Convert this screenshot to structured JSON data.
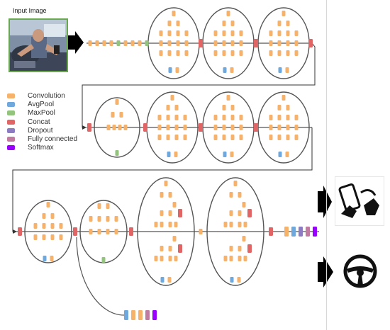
{
  "input_image": {
    "title": "Input Image"
  },
  "legend": [
    {
      "label": "Convolution",
      "color": "#F6B26B"
    },
    {
      "label": "AvgPool",
      "color": "#6FA8DC"
    },
    {
      "label": "MaxPool",
      "color": "#93C47D"
    },
    {
      "label": "Concat",
      "color": "#E06666"
    },
    {
      "label": "Dropout",
      "color": "#8E7CC3"
    },
    {
      "label": "Fully connected",
      "color": "#C27BA0"
    },
    {
      "label": "Softmax",
      "color": "#9900FF"
    }
  ],
  "outputs": [
    {
      "icon": "phone-use-icon"
    },
    {
      "icon": "steering-wheel-icon"
    }
  ],
  "colors": {
    "ellipse": "#555555",
    "arrow": "#000000",
    "divider": "#d8d8d8"
  }
}
